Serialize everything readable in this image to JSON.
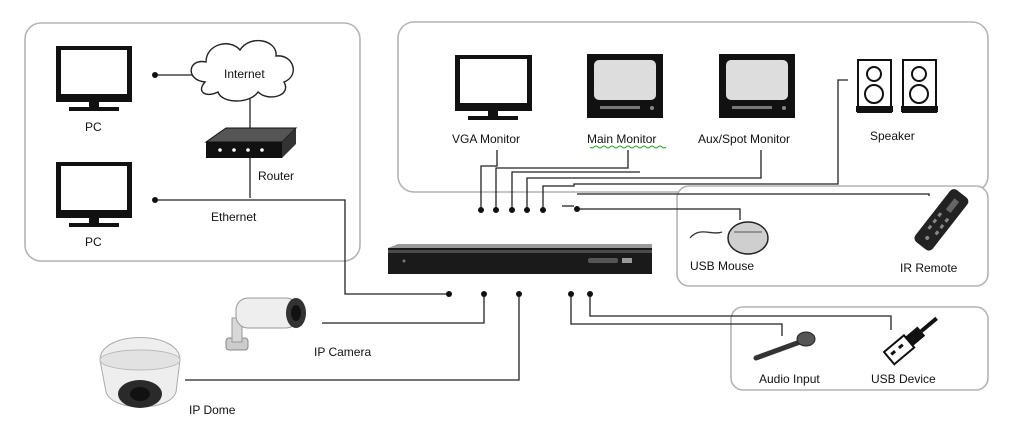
{
  "labels": {
    "pc_top": "PC",
    "internet": "Internet",
    "router": "Router",
    "pc_bottom": "PC",
    "ethernet": "Ethernet",
    "vga_monitor": "VGA Monitor",
    "main_monitor": "Main Monitor",
    "aux_monitor": "Aux/Spot  Monitor",
    "speaker": "Speaker",
    "usb_mouse": "USB  Mouse",
    "ir_remote": "IR Remote",
    "ip_camera": "IP Camera",
    "ip_dome": "IP Dome",
    "audio_input": "Audio Input",
    "usb_device": "USB Device"
  },
  "icons": {
    "pc": "desktop-monitor-icon",
    "internet": "cloud-icon",
    "router": "router-icon",
    "vga_monitor": "flat-monitor-icon",
    "crt_monitor": "crt-monitor-icon",
    "speaker": "speaker-icon",
    "mouse": "mouse-icon",
    "remote": "remote-control-icon",
    "nvr": "nvr-recorder-icon",
    "bullet_camera": "bullet-camera-icon",
    "dome_camera": "dome-camera-icon",
    "microphone": "microphone-icon",
    "usb_drive": "usb-plug-icon"
  }
}
